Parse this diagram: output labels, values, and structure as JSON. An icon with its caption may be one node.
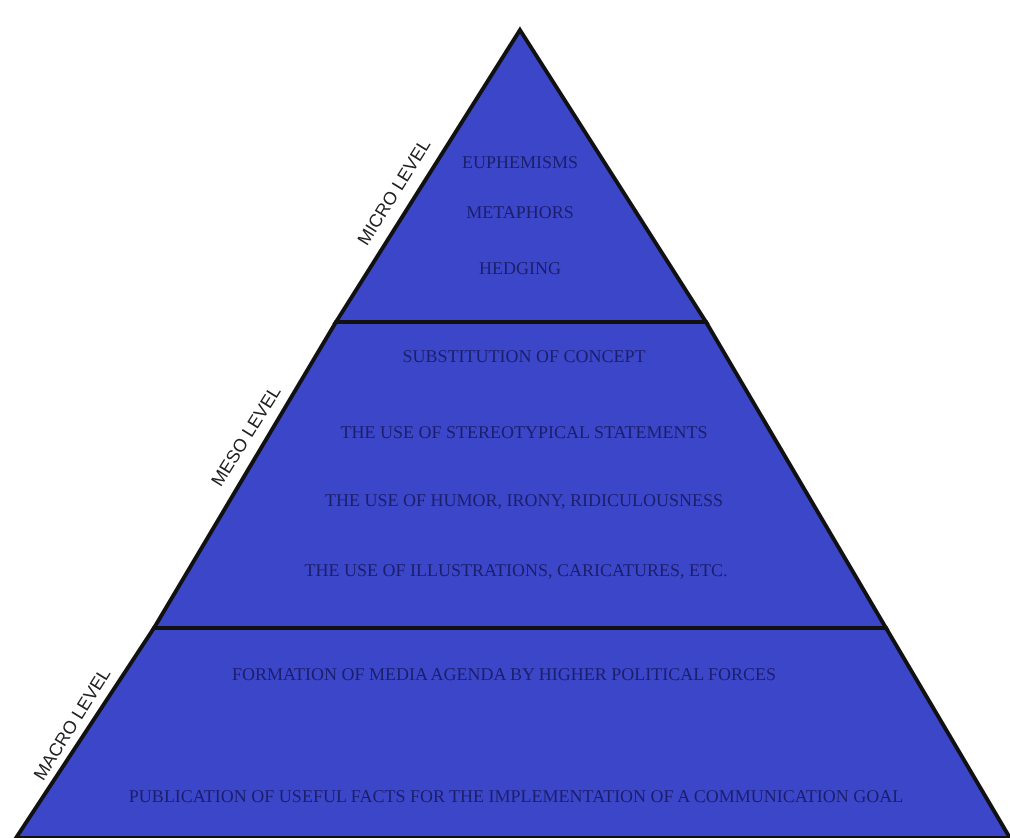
{
  "diagram": {
    "nodes": [
      {
        "text": [
          "MICRO LEVEL",
          "EUPHEMISMS",
          "METAPHORS",
          "HEDGING"
        ]
      },
      {
        "text": [
          "MESO LEVEL",
          "SUBSTITUTION OF CONCEPT",
          "THE USE OF STEREOTYPICAL STATEMENTS",
          "THE USE OF HUMOR, IRONY, RIDICULOUSNESS",
          "THE USE OF ILLUSTRATIONS, CARICATURES, ETC."
        ]
      },
      {
        "text": [
          "MACRO LEVEL",
          "FORMATION OF MEDIA AGENDA BY HIGHER POLITICAL FORCES",
          "PUBLICATION OF USEFUL FACTS FOR THE IMPLEMENTATION OF A COMMUNICATION GOAL"
        ]
      }
    ]
  }
}
